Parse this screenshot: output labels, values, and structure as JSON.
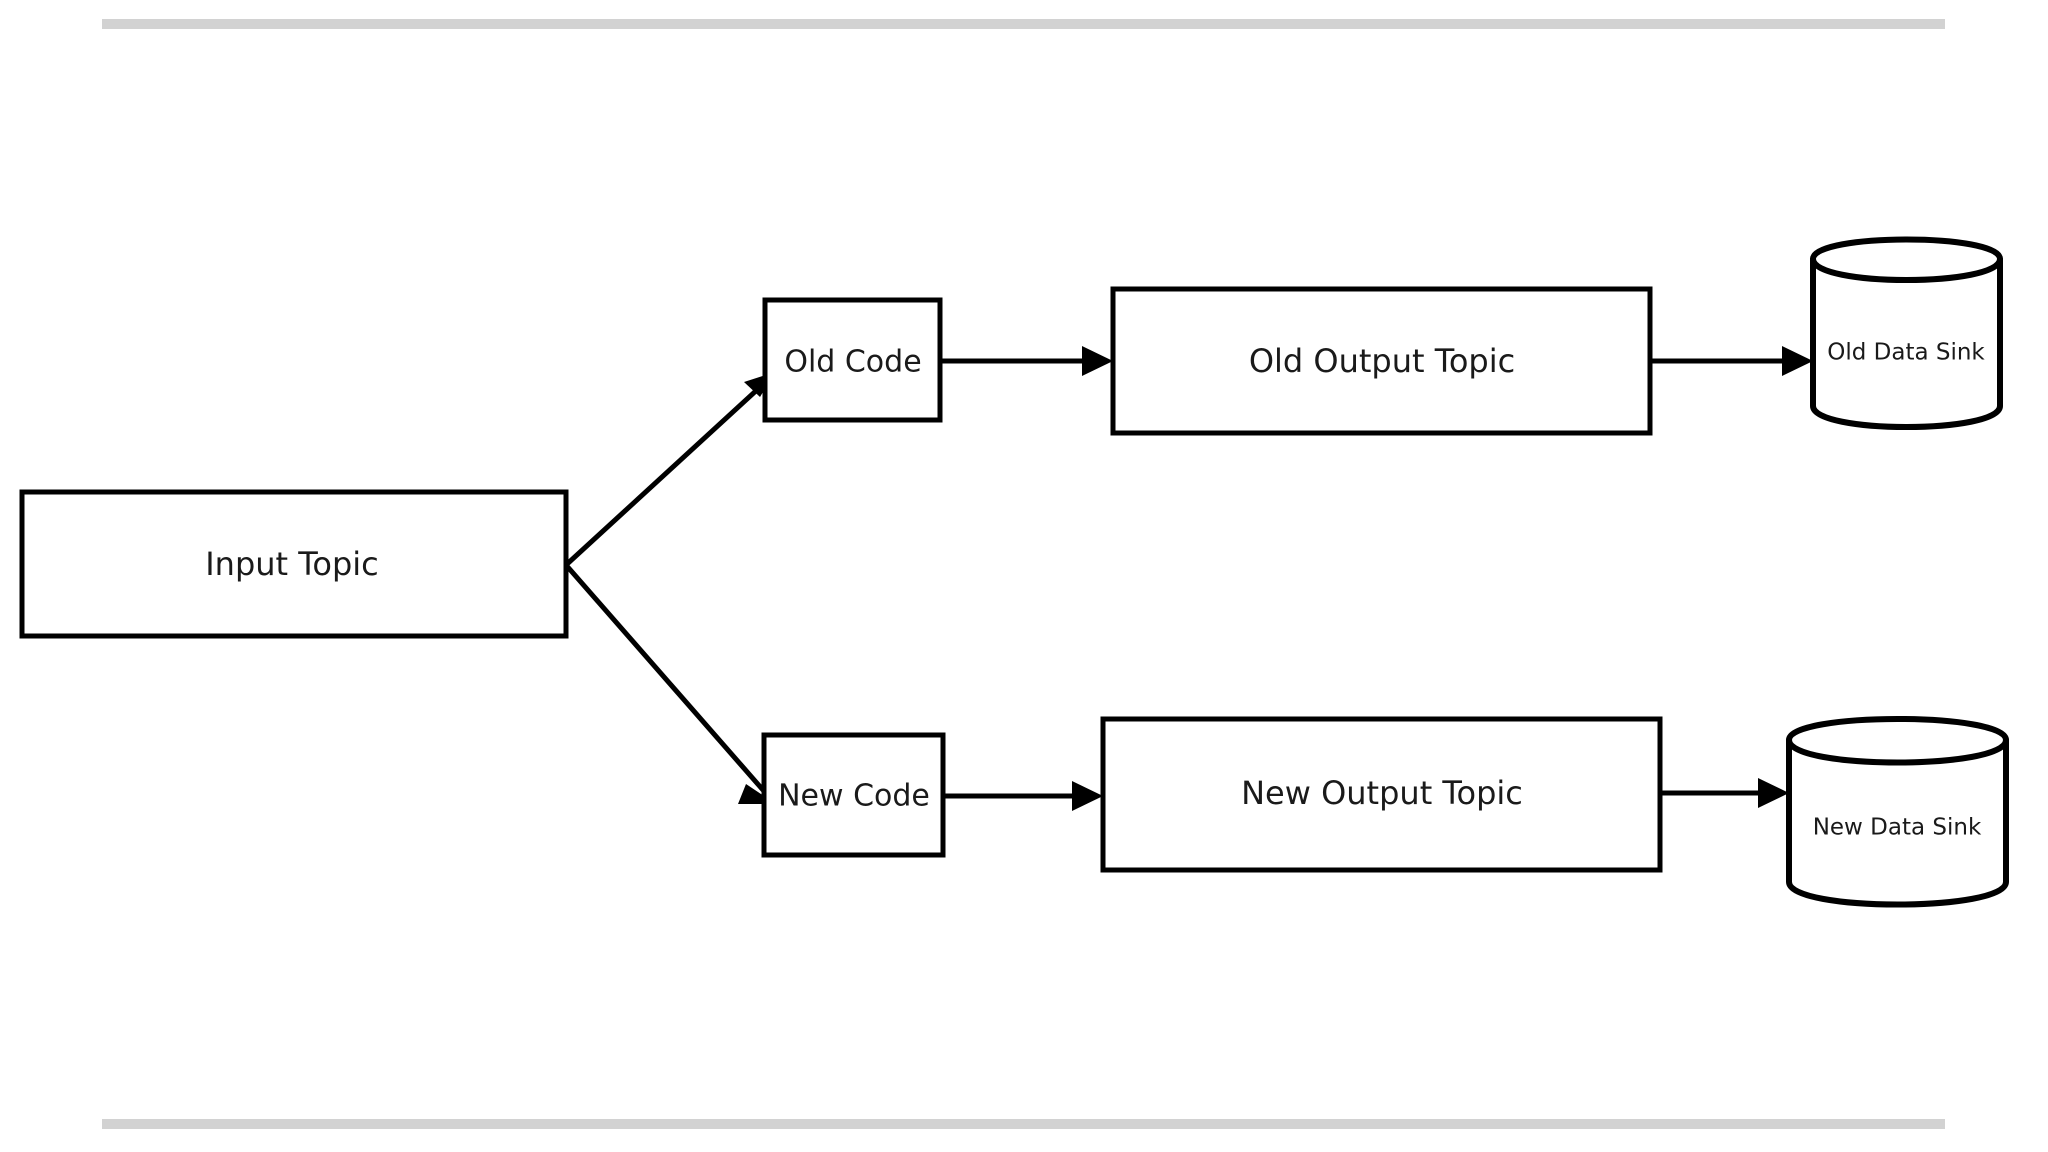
{
  "page": {
    "title": "Old vs New Code Pipeline Diagram",
    "background_color": "#ffffff",
    "rule_color": "#d2d2d2",
    "stroke_color": "#000000",
    "text_color": "#1a1a1a"
  },
  "diagram": {
    "type": "flowchart",
    "direction": "left-to-right",
    "nodes": [
      {
        "id": "input-topic",
        "label": "Input Topic",
        "shape": "rectangle"
      },
      {
        "id": "old-code",
        "label": "Old Code",
        "shape": "rectangle"
      },
      {
        "id": "old-output-topic",
        "label": "Old Output Topic",
        "shape": "rectangle"
      },
      {
        "id": "old-data-sink",
        "label": "Old Data Sink",
        "shape": "cylinder"
      },
      {
        "id": "new-code",
        "label": "New Code",
        "shape": "rectangle"
      },
      {
        "id": "new-output-topic",
        "label": "New Output Topic",
        "shape": "rectangle"
      },
      {
        "id": "new-data-sink",
        "label": "New Data Sink",
        "shape": "cylinder"
      }
    ],
    "edges": [
      {
        "from": "input-topic",
        "to": "old-code",
        "style": "arrow"
      },
      {
        "from": "input-topic",
        "to": "new-code",
        "style": "arrow"
      },
      {
        "from": "old-code",
        "to": "old-output-topic",
        "style": "arrow"
      },
      {
        "from": "old-output-topic",
        "to": "old-data-sink",
        "style": "arrow"
      },
      {
        "from": "new-code",
        "to": "new-output-topic",
        "style": "arrow"
      },
      {
        "from": "new-output-topic",
        "to": "new-data-sink",
        "style": "arrow"
      }
    ]
  }
}
